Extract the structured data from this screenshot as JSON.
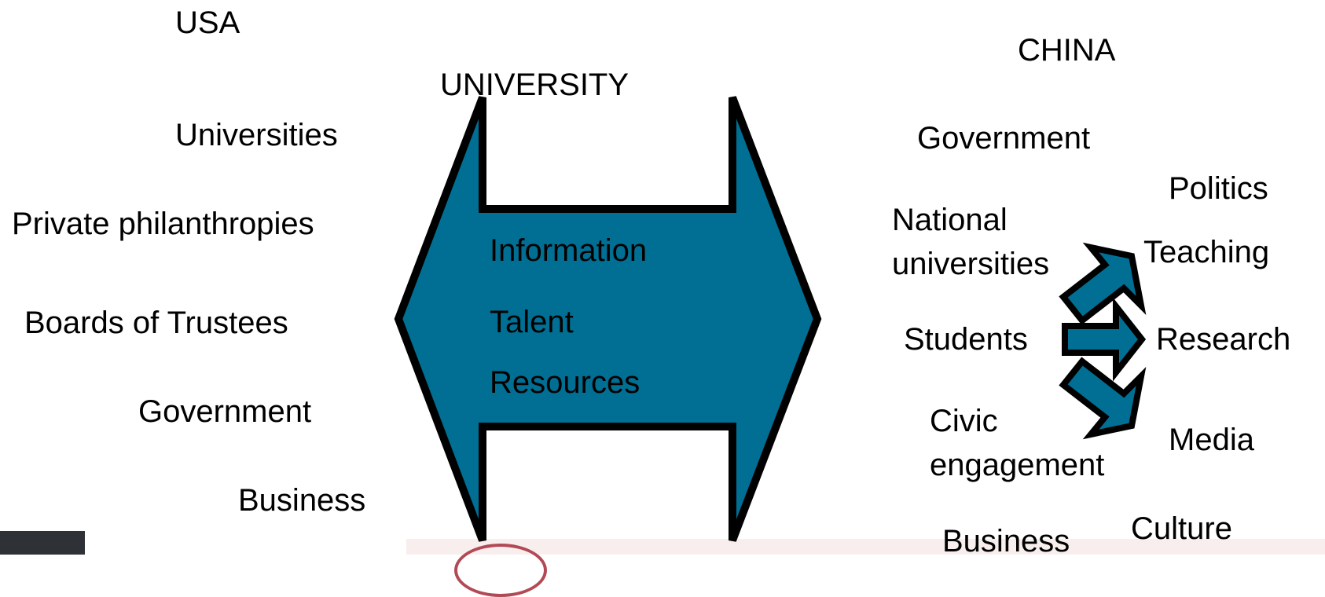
{
  "colors": {
    "arrow_fill": "#006f93",
    "outline": "#000000",
    "text": "#000000"
  },
  "usa": {
    "title": "USA",
    "items": [
      "Universities",
      "Private philanthropies",
      "Boards of Trustees",
      "Government",
      "Business"
    ]
  },
  "center": {
    "title": "UNIVERSITY",
    "flows": [
      "Information",
      "Talent",
      "Resources"
    ]
  },
  "china": {
    "title": "CHINA",
    "government": "Government",
    "left_labels": {
      "national_universities": "National\nuniversities",
      "students": "Students",
      "civic_engagement": "Civic\nengagement"
    },
    "right_labels": {
      "politics": "Politics",
      "teaching": "Teaching",
      "research": "Research",
      "media": "Media",
      "culture": "Culture"
    },
    "business": "Business"
  },
  "decorations": {
    "photo_thumbnail": "photo-thumbnail",
    "bottom_banner": "partial-logo-banner"
  }
}
